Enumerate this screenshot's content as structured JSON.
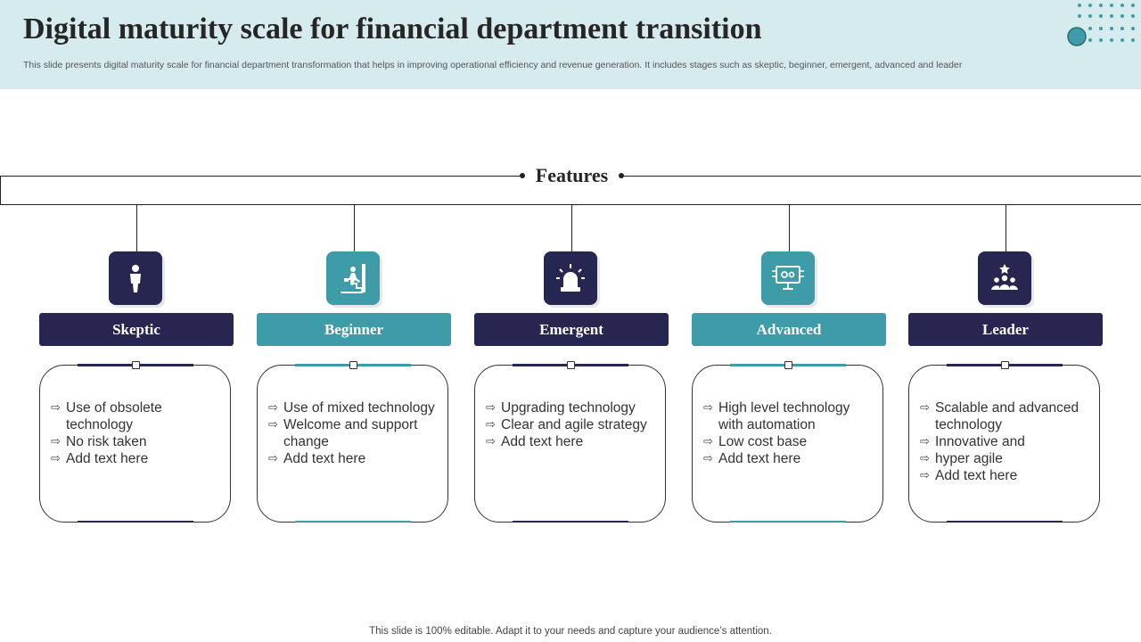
{
  "header": {
    "title": "Digital maturity scale for financial department transition",
    "subtitle": "This slide presents digital maturity scale for financial department transformation that helps in improving operational efficiency and revenue generation. It includes stages such as skeptic, beginner, emergent, advanced and leader"
  },
  "features_label": "Features",
  "colors": {
    "navy": "#262650",
    "teal": "#3d9ca8",
    "header_band": "#d6ebee"
  },
  "stages": [
    {
      "name": "Skeptic",
      "color": "navy",
      "icon": "person-icon",
      "items": [
        "Use of obsolete technology",
        "No risk taken",
        "Add text here"
      ]
    },
    {
      "name": "Beginner",
      "color": "teal",
      "icon": "climbing-stairs-icon",
      "items": [
        "Use of mixed technology",
        "Welcome and support change",
        "Add text here"
      ]
    },
    {
      "name": "Emergent",
      "color": "navy",
      "icon": "alarm-light-icon",
      "items": [
        "Upgrading technology",
        "Clear and agile strategy",
        "Add text here"
      ]
    },
    {
      "name": "Advanced",
      "color": "teal",
      "icon": "monitor-gears-icon",
      "items": [
        "High level technology with automation",
        "Low cost base",
        "Add text here"
      ]
    },
    {
      "name": "Leader",
      "color": "navy",
      "icon": "team-star-icon",
      "items": [
        "Scalable and advanced technology",
        "Innovative  and",
        "hyper agile",
        "Add text here"
      ]
    }
  ],
  "footer": "This slide is 100% editable. Adapt it to your needs and capture your audience’s attention."
}
